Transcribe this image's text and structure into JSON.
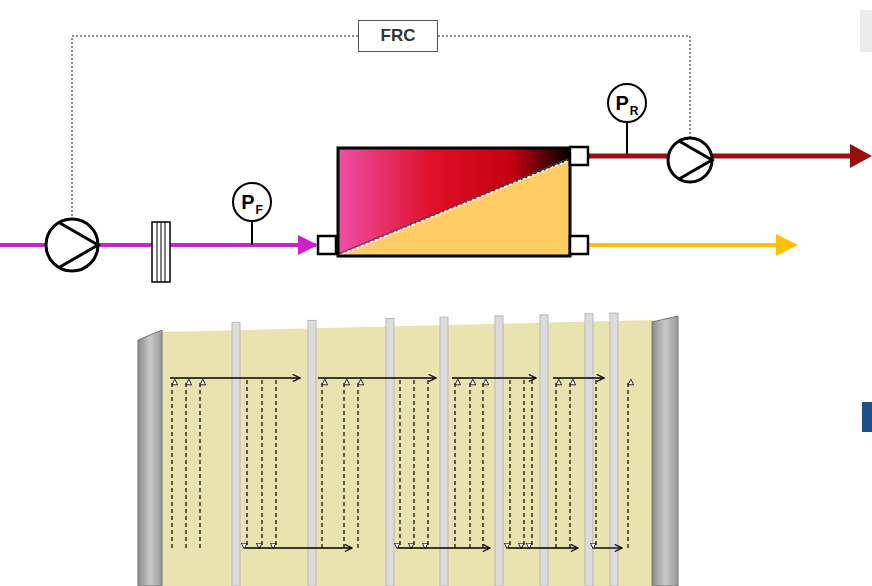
{
  "diagram": {
    "nodes": [
      {
        "text": [
          "FRC"
        ]
      },
      {
        "text": [
          "P",
          "F"
        ]
      },
      {
        "text": [
          "P",
          "R"
        ]
      }
    ]
  }
}
